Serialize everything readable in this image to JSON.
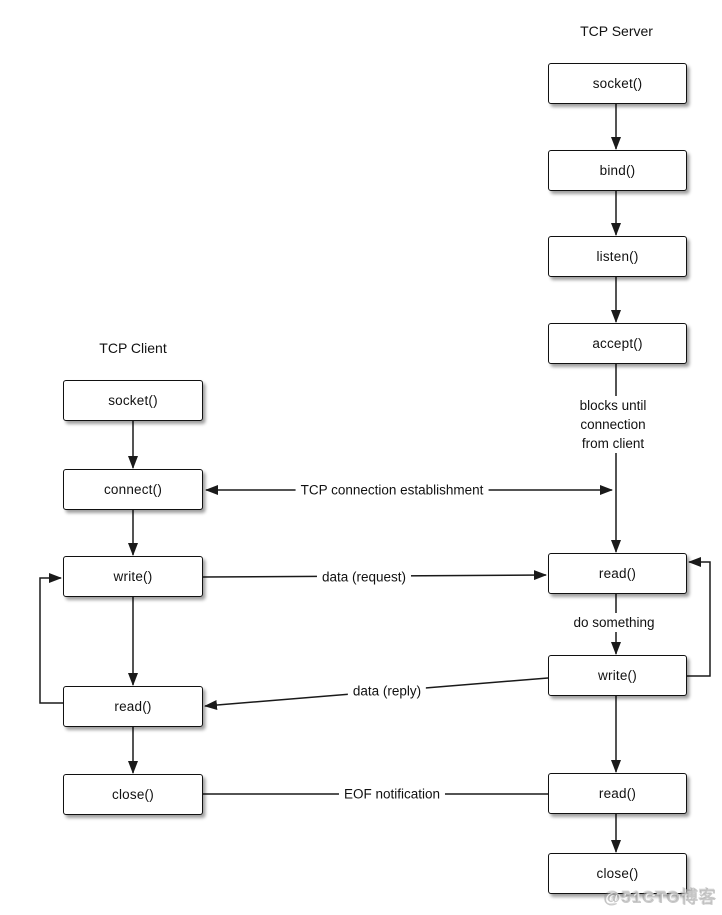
{
  "diagram": {
    "client": {
      "title": "TCP Client",
      "boxes": [
        "socket()",
        "connect()",
        "write()",
        "read()",
        "close()"
      ]
    },
    "server": {
      "title": "TCP Server",
      "boxes": [
        "socket()",
        "bind()",
        "listen()",
        "accept()",
        "read()",
        "write()",
        "read()",
        "close()"
      ],
      "blocks_note_lines": [
        "blocks until",
        "connection",
        "from client"
      ],
      "do_something_note": "do something"
    },
    "connectors": {
      "establishment": "TCP connection establishment",
      "request": "data (request)",
      "reply": "data (reply)",
      "eof": "EOF notification"
    },
    "watermark": "@51CTO博客",
    "colors": {
      "line": "#1a1a1a",
      "box_fill": "#ffffff",
      "background": "#ffffff",
      "watermark": "#9e9e9e"
    }
  }
}
